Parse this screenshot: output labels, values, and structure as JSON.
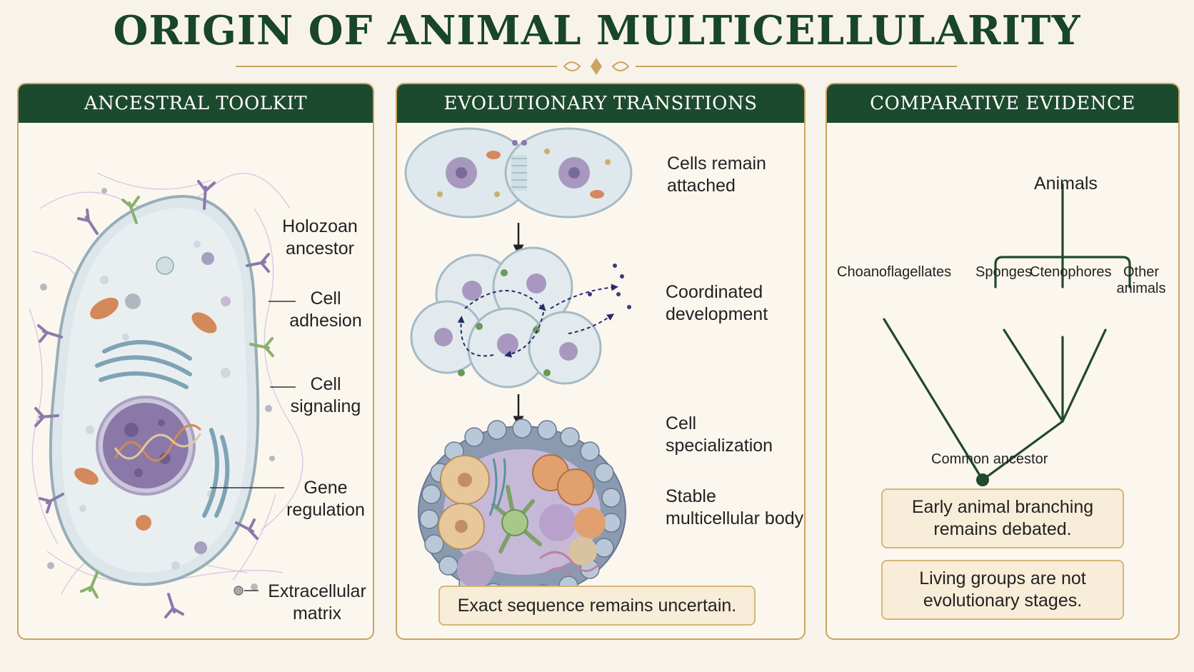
{
  "title": "ORIGIN OF ANIMAL MULTICELLULARITY",
  "panels": {
    "toolkit": {
      "header": "ANCESTRAL TOOLKIT",
      "labels": {
        "ancestor_l1": "Holozoan",
        "ancestor_l2": "ancestor",
        "adhesion_l1": "Cell",
        "adhesion_l2": "adhesion",
        "signaling_l1": "Cell",
        "signaling_l2": "signaling",
        "gene_l1": "Gene",
        "gene_l2": "regulation",
        "ecm_l1": "Extracellular",
        "ecm_l2": "matrix"
      }
    },
    "transitions": {
      "header": "EVOLUTIONARY TRANSITIONS",
      "steps": {
        "attached_l1": "Cells remain",
        "attached_l2": "attached",
        "coordinated_l1": "Coordinated",
        "coordinated_l2": "development",
        "special_l1": "Cell",
        "special_l2": "specialization",
        "stable_l1": "Stable",
        "stable_l2": "multicellular body"
      },
      "note": "Exact sequence remains uncertain."
    },
    "evidence": {
      "header": "COMPARATIVE EVIDENCE",
      "tree": {
        "animals": "Animals",
        "choanoflagellates": "Choanoflagellates",
        "sponges": "Sponges",
        "ctenophores": "Ctenophores",
        "other_l1": "Other",
        "other_l2": "animals",
        "common_ancestor": "Common ancestor"
      },
      "note1_l1": "Early animal branching",
      "note1_l2": "remains debated.",
      "note2_l1": "Living groups are not",
      "note2_l2": "evolutionary stages."
    }
  },
  "colors": {
    "header_green": "#1c4a2e",
    "gold_border": "#c9a461",
    "tree_green": "#1f4a2e",
    "nucleus_purple": "#8a78a8"
  }
}
